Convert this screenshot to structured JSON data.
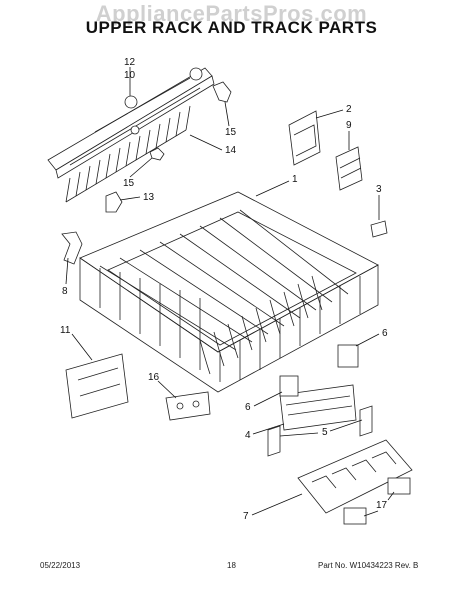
{
  "header": {
    "title": "UPPER RACK AND TRACK PARTS",
    "watermark": "AppliancePartsPros.com"
  },
  "callouts": [
    {
      "id": "c12",
      "label": "12"
    },
    {
      "id": "c10",
      "label": "10"
    },
    {
      "id": "c15a",
      "label": "15"
    },
    {
      "id": "c14",
      "label": "14"
    },
    {
      "id": "c15b",
      "label": "15"
    },
    {
      "id": "c13",
      "label": "13"
    },
    {
      "id": "c2",
      "label": "2"
    },
    {
      "id": "c9",
      "label": "9"
    },
    {
      "id": "c1",
      "label": "1"
    },
    {
      "id": "c3",
      "label": "3"
    },
    {
      "id": "c8",
      "label": "8"
    },
    {
      "id": "c11",
      "label": "11"
    },
    {
      "id": "c6a",
      "label": "6"
    },
    {
      "id": "c16",
      "label": "16"
    },
    {
      "id": "c6b",
      "label": "6"
    },
    {
      "id": "c4",
      "label": "4"
    },
    {
      "id": "c5",
      "label": "5"
    },
    {
      "id": "c7",
      "label": "7"
    },
    {
      "id": "c17",
      "label": "17"
    }
  ],
  "footer": {
    "date": "05/22/2013",
    "page": "18",
    "part_no": "Part No.  W10434223  Rev. B"
  }
}
